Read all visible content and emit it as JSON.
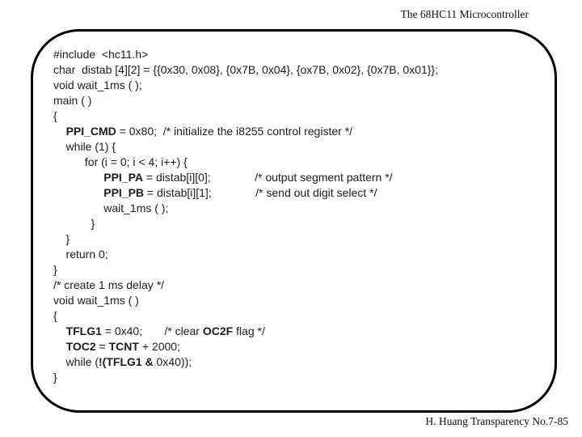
{
  "header": {
    "title": "The 68HC11 Microcontroller"
  },
  "footer": {
    "text": "H. Huang Transparency No.7-85"
  },
  "code": {
    "language": "c",
    "lines": [
      {
        "segments": [
          {
            "text": "#include  <hc11.h>"
          }
        ]
      },
      {
        "segments": [
          {
            "text": "char  distab [4][2] = {{0x30, 0x08}, {0x7B, 0x04}, {ox7B, 0x02}, {0x7B, 0x01}};"
          }
        ]
      },
      {
        "segments": [
          {
            "text": "void wait_1ms ( );"
          }
        ]
      },
      {
        "segments": [
          {
            "text": "main ( )"
          }
        ]
      },
      {
        "segments": [
          {
            "text": "{"
          }
        ]
      },
      {
        "segments": [
          {
            "text": "    "
          },
          {
            "text": "PPI_CMD",
            "bold": true
          },
          {
            "text": " = 0x80;  /* initialize the i8255 control register */"
          }
        ]
      },
      {
        "segments": [
          {
            "text": "    while (1) {"
          }
        ]
      },
      {
        "segments": [
          {
            "text": "          for (i = 0; i < 4; i++) {"
          }
        ]
      },
      {
        "segments": [
          {
            "text": "                "
          },
          {
            "text": "PPI_PA",
            "bold": true
          },
          {
            "text": " = distab[i][0];              /* output segment pattern */"
          }
        ]
      },
      {
        "segments": [
          {
            "text": "                "
          },
          {
            "text": "PPI_PB",
            "bold": true
          },
          {
            "text": " = distab[i][1];              /* send out digit select */"
          }
        ]
      },
      {
        "segments": [
          {
            "text": "                wait_1ms ( );"
          }
        ]
      },
      {
        "segments": [
          {
            "text": "            }"
          }
        ]
      },
      {
        "segments": [
          {
            "text": "    }"
          }
        ]
      },
      {
        "segments": [
          {
            "text": "    return 0;"
          }
        ]
      },
      {
        "segments": [
          {
            "text": "}"
          }
        ]
      },
      {
        "segments": [
          {
            "text": "/* create 1 ms delay */"
          }
        ]
      },
      {
        "segments": [
          {
            "text": "void wait_1ms ( )"
          }
        ]
      },
      {
        "segments": [
          {
            "text": "{"
          }
        ]
      },
      {
        "segments": [
          {
            "text": "    "
          },
          {
            "text": "TFLG1",
            "bold": true
          },
          {
            "text": " = 0x40;       /* clear "
          },
          {
            "text": "OC2F",
            "bold": true
          },
          {
            "text": " flag */"
          }
        ]
      },
      {
        "segments": [
          {
            "text": "    "
          },
          {
            "text": "TOC2",
            "bold": true
          },
          {
            "text": " = "
          },
          {
            "text": "TCNT",
            "bold": true
          },
          {
            "text": " + 2000;"
          }
        ]
      },
      {
        "segments": [
          {
            "text": "    while ("
          },
          {
            "text": "!(TFLG1 &",
            "bold": true
          },
          {
            "text": " 0x40));"
          }
        ]
      },
      {
        "segments": [
          {
            "text": "}"
          }
        ]
      }
    ]
  }
}
